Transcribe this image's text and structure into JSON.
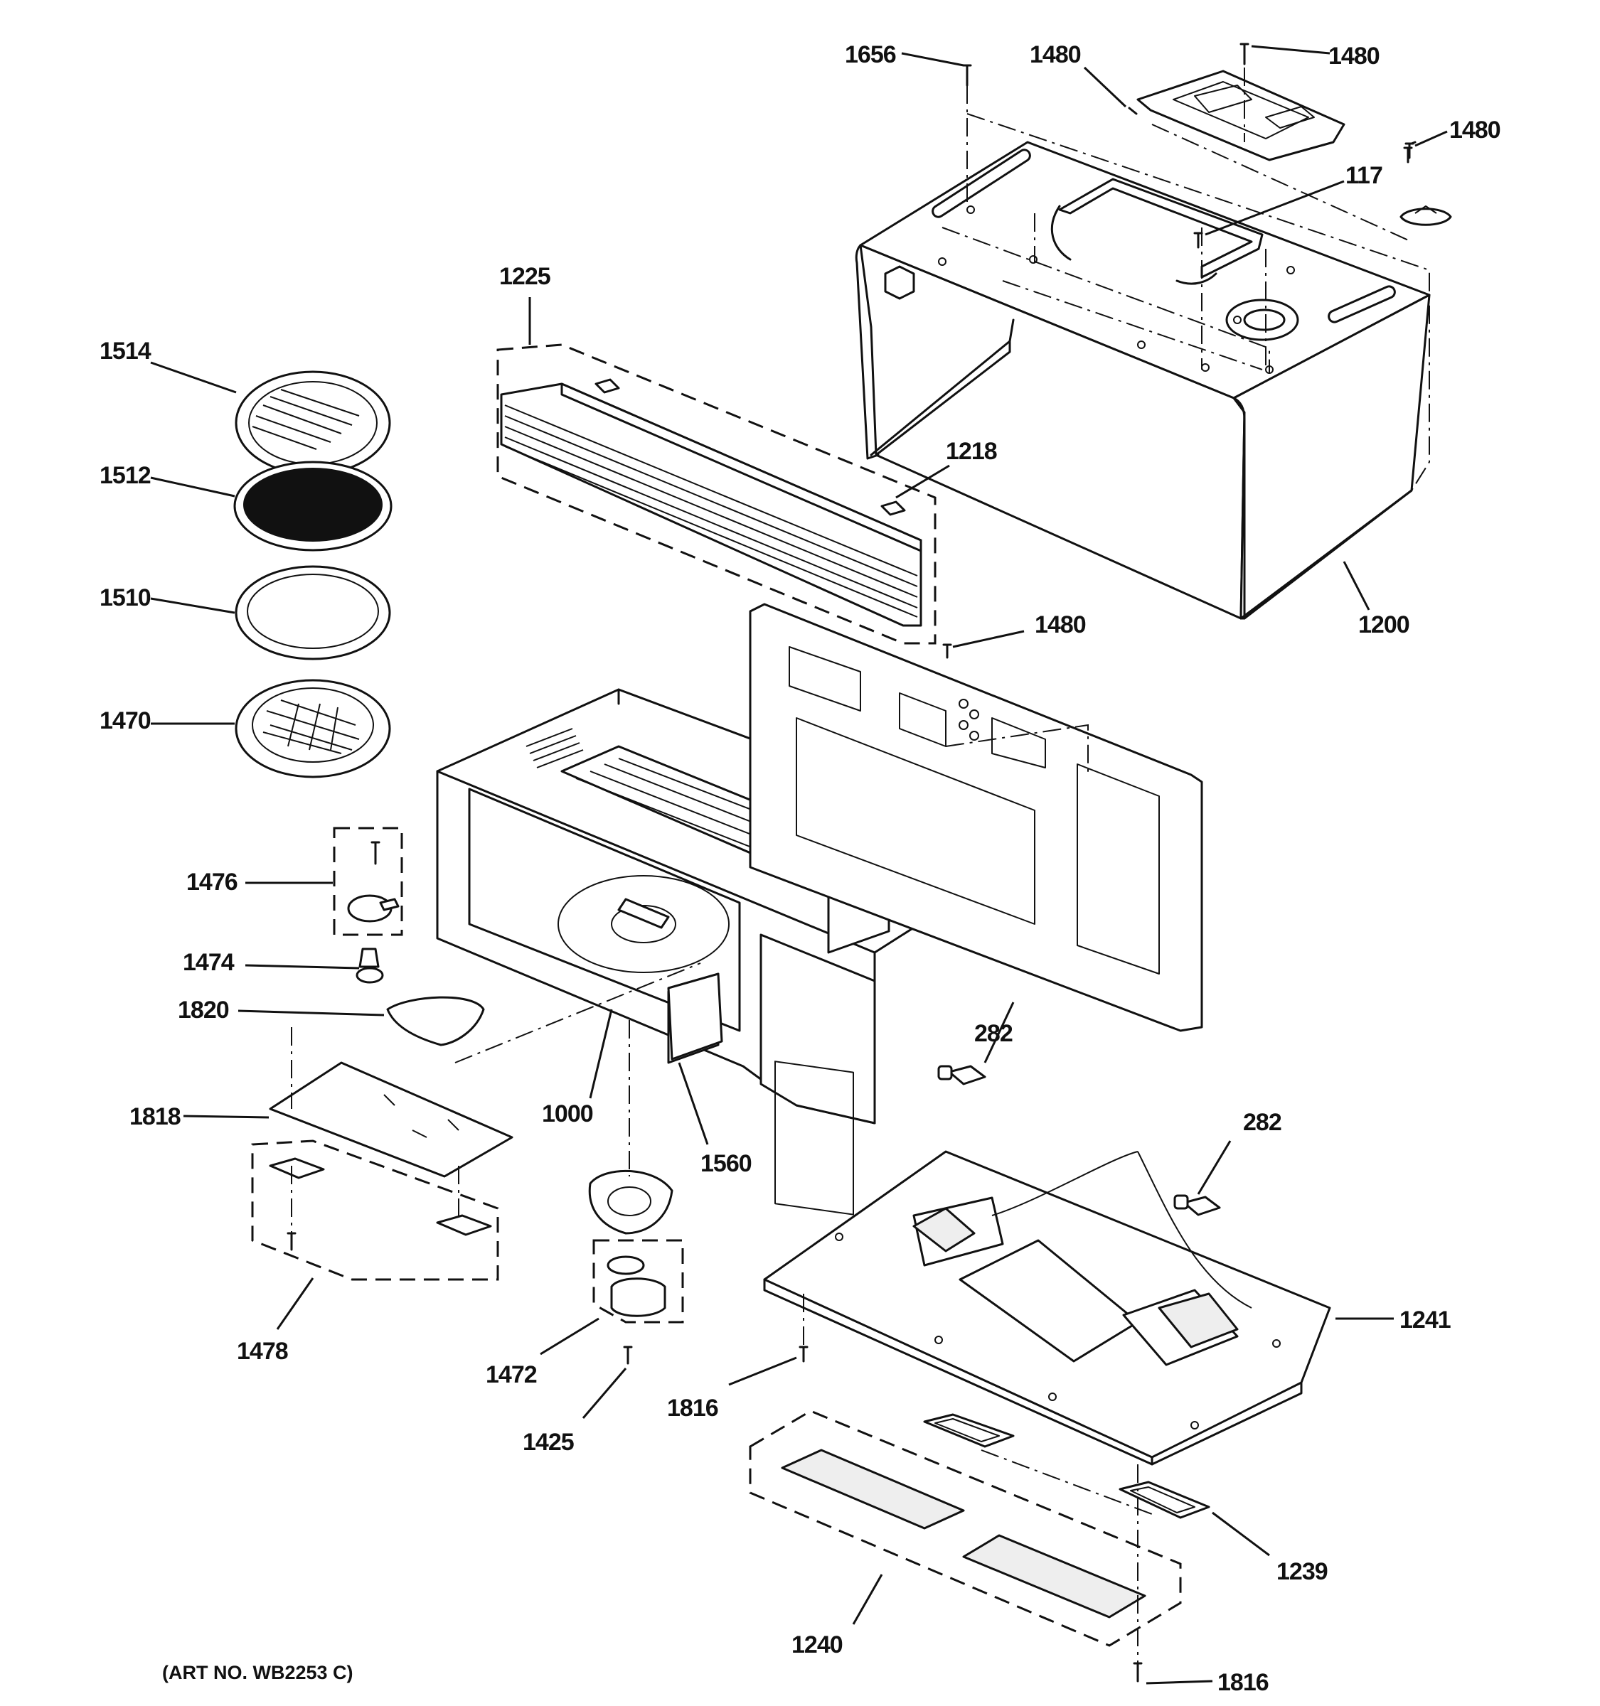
{
  "art_number": "(ART NO. WB2253 C)",
  "callouts": {
    "p1656": "1656",
    "p1480_top_left": "1480",
    "p1480_top_right": "1480",
    "p1480_right": "1480",
    "p117": "117",
    "p1225": "1225",
    "p1514": "1514",
    "p1218": "1218",
    "p1512": "1512",
    "p1510": "1510",
    "p1200": "1200",
    "p1480_middle": "1480",
    "p1470": "1470",
    "p1476": "1476",
    "p1474": "1474",
    "p1820": "1820",
    "p282_upper": "282",
    "p1818": "1818",
    "p1000": "1000",
    "p282_lower": "282",
    "p1560": "1560",
    "p1241": "1241",
    "p1478": "1478",
    "p1472": "1472",
    "p1816_middle": "1816",
    "p1425": "1425",
    "p1239": "1239",
    "p1240": "1240",
    "p1816_bottom": "1816"
  }
}
